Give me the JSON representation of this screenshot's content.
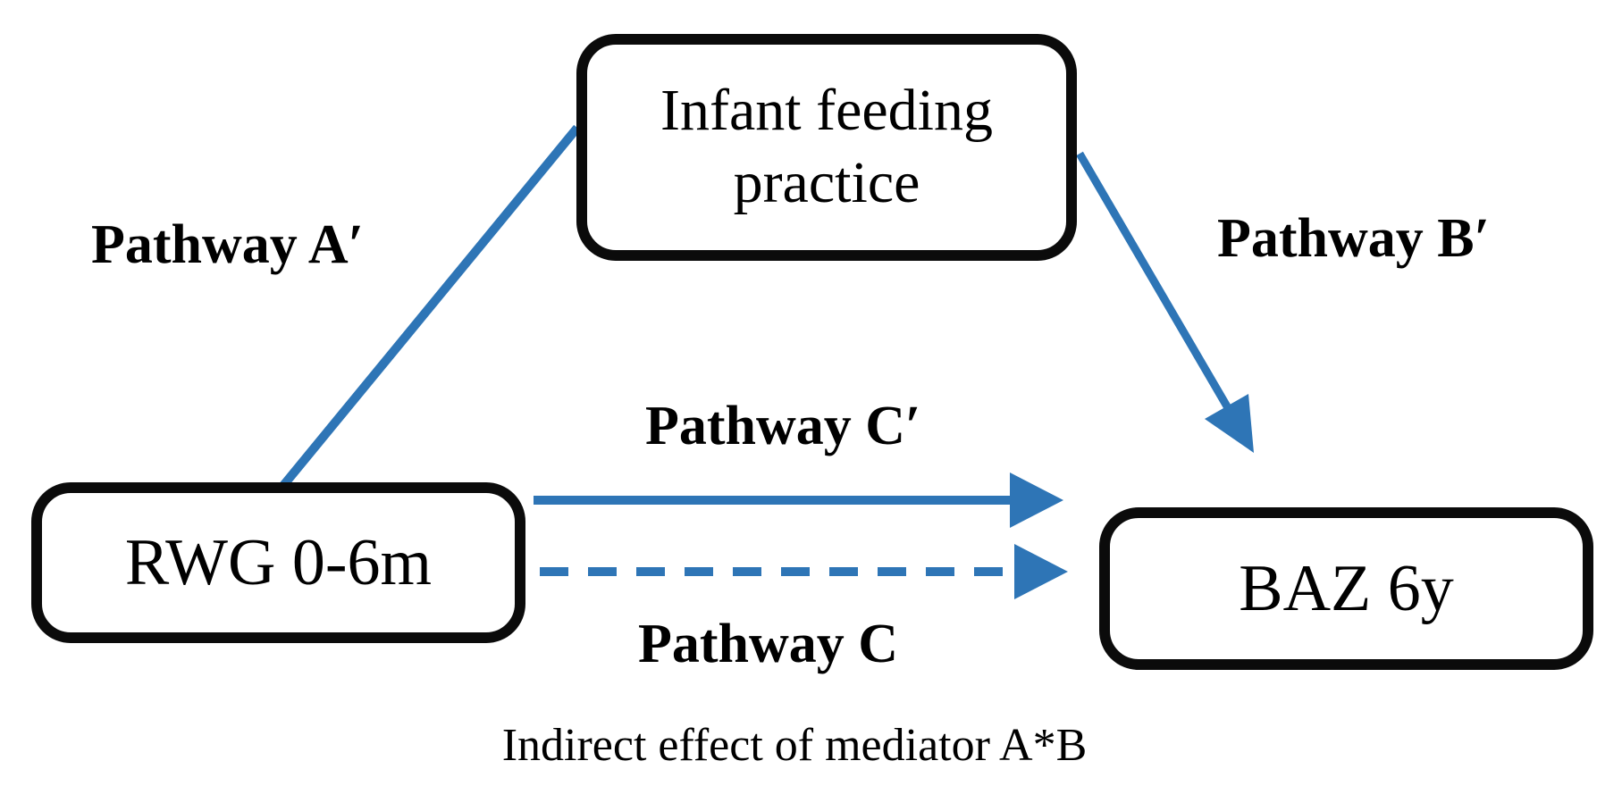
{
  "figure": {
    "type": "mediation-path-diagram",
    "boxes": {
      "mediator": {
        "label": "Infant feeding practice"
      },
      "exposure": {
        "label": "RWG 0-6m"
      },
      "outcome": {
        "label": "BAZ 6y"
      }
    },
    "path_labels": {
      "a": "Pathway A′",
      "b": "Pathway B′",
      "c_prime": "Pathway C′",
      "c": "Pathway C"
    },
    "caption": "Indirect effect of mediator A*B",
    "edges": [
      {
        "label": "Pathway A′",
        "from": "RWG 0-6m",
        "to": "Infant feeding practice",
        "style": "solid line, no arrowhead"
      },
      {
        "label": "Pathway B′",
        "from": "Infant feeding practice",
        "to": "BAZ 6y",
        "style": "solid line, filled arrowhead"
      },
      {
        "label": "Pathway C′",
        "from": "RWG 0-6m",
        "to": "BAZ 6y",
        "style": "solid line, filled arrowhead"
      },
      {
        "label": "Pathway C",
        "from": "RWG 0-6m",
        "to": "BAZ 6y",
        "style": "dashed line, filled arrowhead"
      }
    ],
    "colors": {
      "arrow": "#2E75B6",
      "box_border": "#0b0b0b",
      "text": "#000000",
      "background": "#FFFFFF"
    }
  }
}
